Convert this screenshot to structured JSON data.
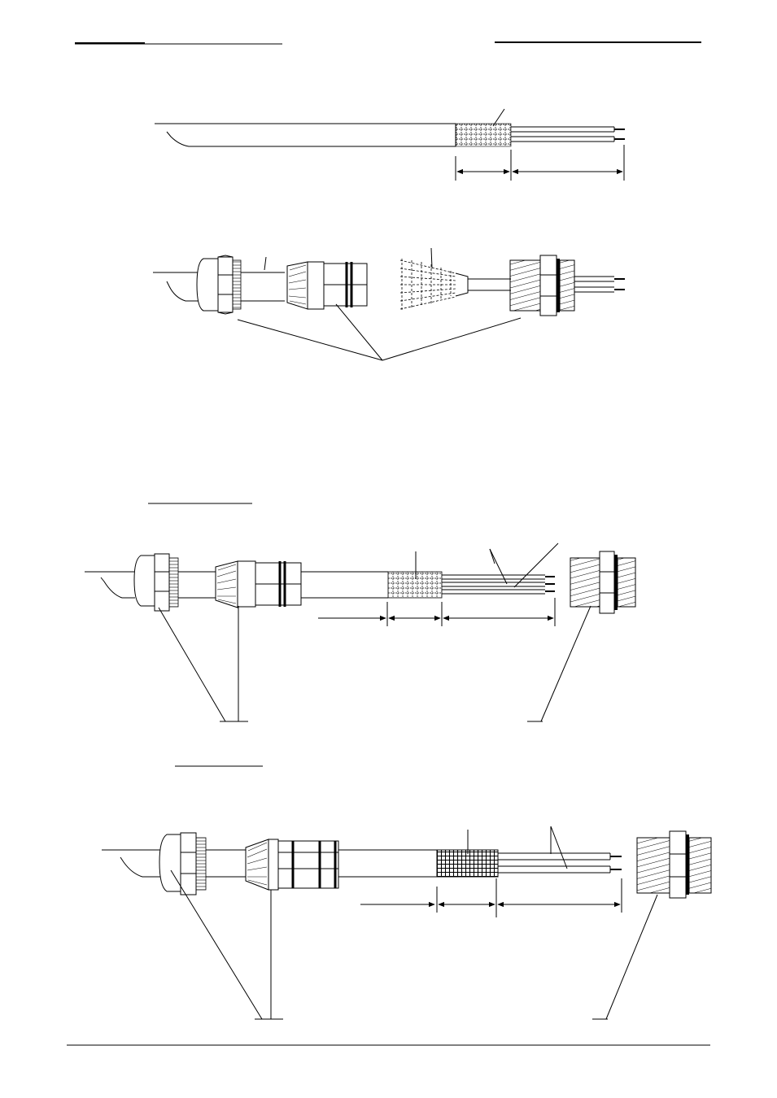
{
  "page": {
    "background": "#ffffff",
    "ink": "#000000"
  },
  "figures": [
    {
      "id": "cable-stripping",
      "labels": []
    },
    {
      "id": "gland-parts-exploded",
      "labels": []
    },
    {
      "id": "gland-assembly-variant-a",
      "heading_text": "",
      "labels": []
    },
    {
      "id": "gland-assembly-variant-b",
      "heading_text": "",
      "labels": []
    }
  ]
}
